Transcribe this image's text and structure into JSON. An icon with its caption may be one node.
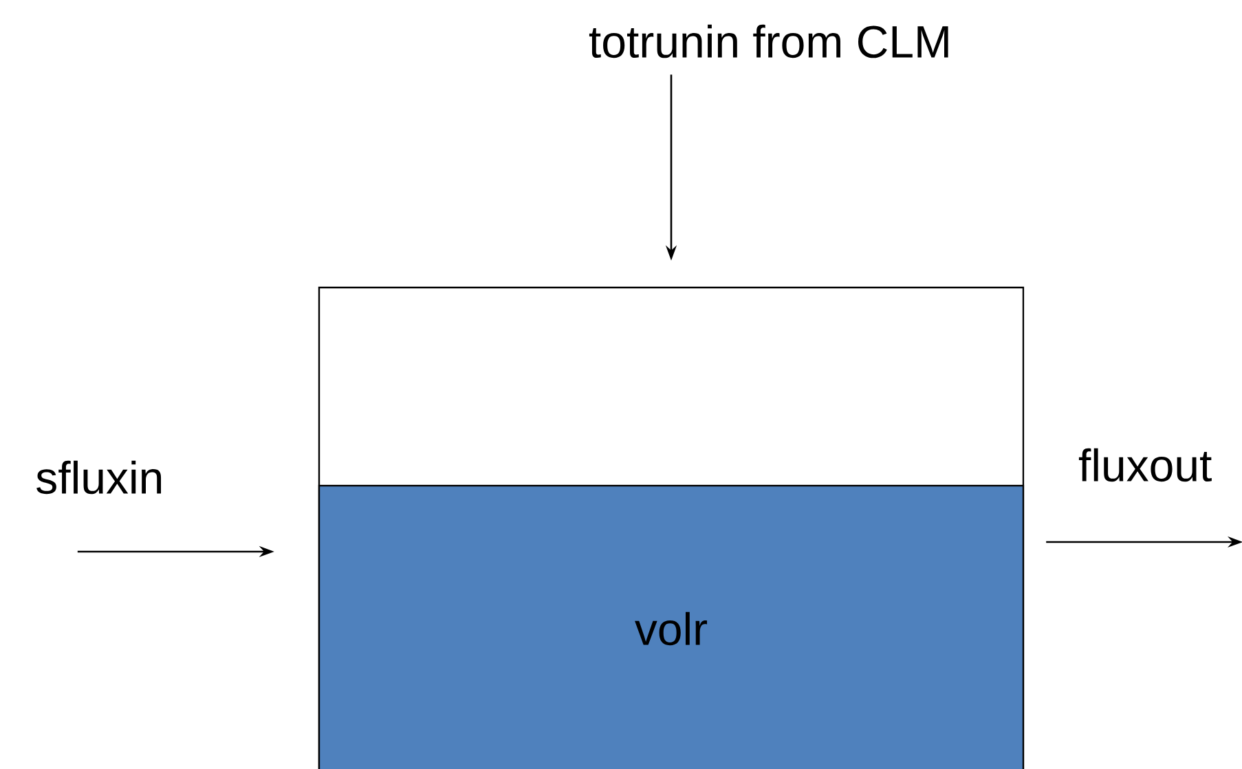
{
  "diagram": {
    "nodes": [
      {
        "text": [
          "totrunin from CLM"
        ]
      },
      {
        "text": [],
        "shape": "box"
      },
      {
        "text": [
          "volr"
        ],
        "in": 1
      }
    ],
    "edges": [
      {
        "from": 0,
        "to": 1,
        "arrow": "to"
      },
      {
        "from": null,
        "to": 1,
        "arrow": "to",
        "label": "sfluxin"
      },
      {
        "from": 1,
        "to": null,
        "arrow": "to",
        "label": "fluxout"
      }
    ]
  }
}
